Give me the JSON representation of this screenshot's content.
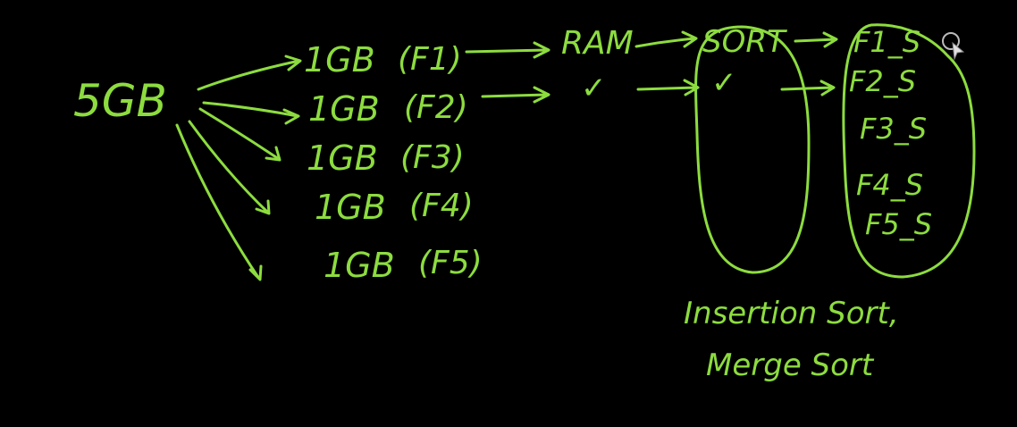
{
  "board": {
    "ink_color": "#8DDC3F",
    "background_color": "#000000"
  },
  "source": {
    "label": "5GB"
  },
  "chunks": [
    {
      "size": "1GB",
      "name": "F1"
    },
    {
      "size": "1GB",
      "name": "F2"
    },
    {
      "size": "1GB",
      "name": "F3"
    },
    {
      "size": "1GB",
      "name": "F4"
    },
    {
      "size": "1GB",
      "name": "F5"
    }
  ],
  "ram": {
    "label": "RAM",
    "check_mark": "✓"
  },
  "sort_step": {
    "label": "SORT",
    "check_mark": "✓"
  },
  "sorted_files": [
    "F1_S",
    "F2_S",
    "F3_S",
    "F4_S",
    "F5_S"
  ],
  "algorithms": {
    "line1": "Insertion Sort,",
    "line2": "Merge Sort"
  },
  "cursor": {
    "icon": "cursor-icon"
  }
}
